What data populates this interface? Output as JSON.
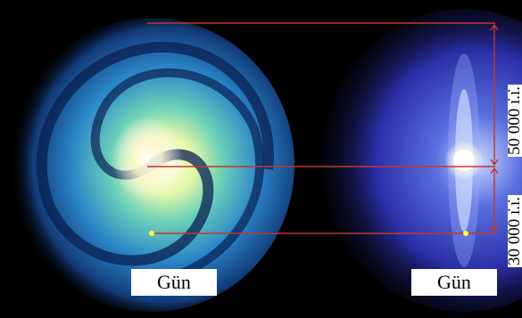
{
  "labels": {
    "left_sun": "Gün",
    "right_sun": "Gün"
  },
  "distances": {
    "top": "50 000 ı̇.ı̇.",
    "bottom": "30 000 ı̇.ı̇."
  },
  "colors": {
    "background": "#000000",
    "marker_lines": "#c0392b",
    "sun_marker": "#ffff40"
  }
}
